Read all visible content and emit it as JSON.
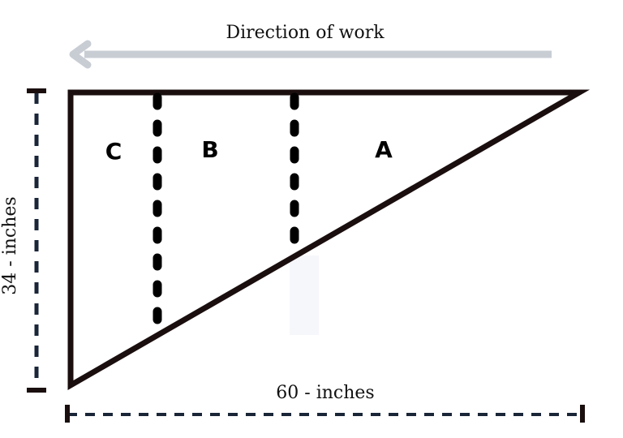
{
  "direction_label": "Direction of work",
  "regions": {
    "c": "C",
    "b": "B",
    "a": "A"
  },
  "dimensions": {
    "height_label": "34 - inches",
    "width_label": "60 - inches"
  },
  "colors": {
    "outline": "#1a0e0e",
    "dimension": "#1a2638",
    "arrow": "#c8cdd4",
    "cut_line": "#000000",
    "patch": "#f6f7fb"
  }
}
